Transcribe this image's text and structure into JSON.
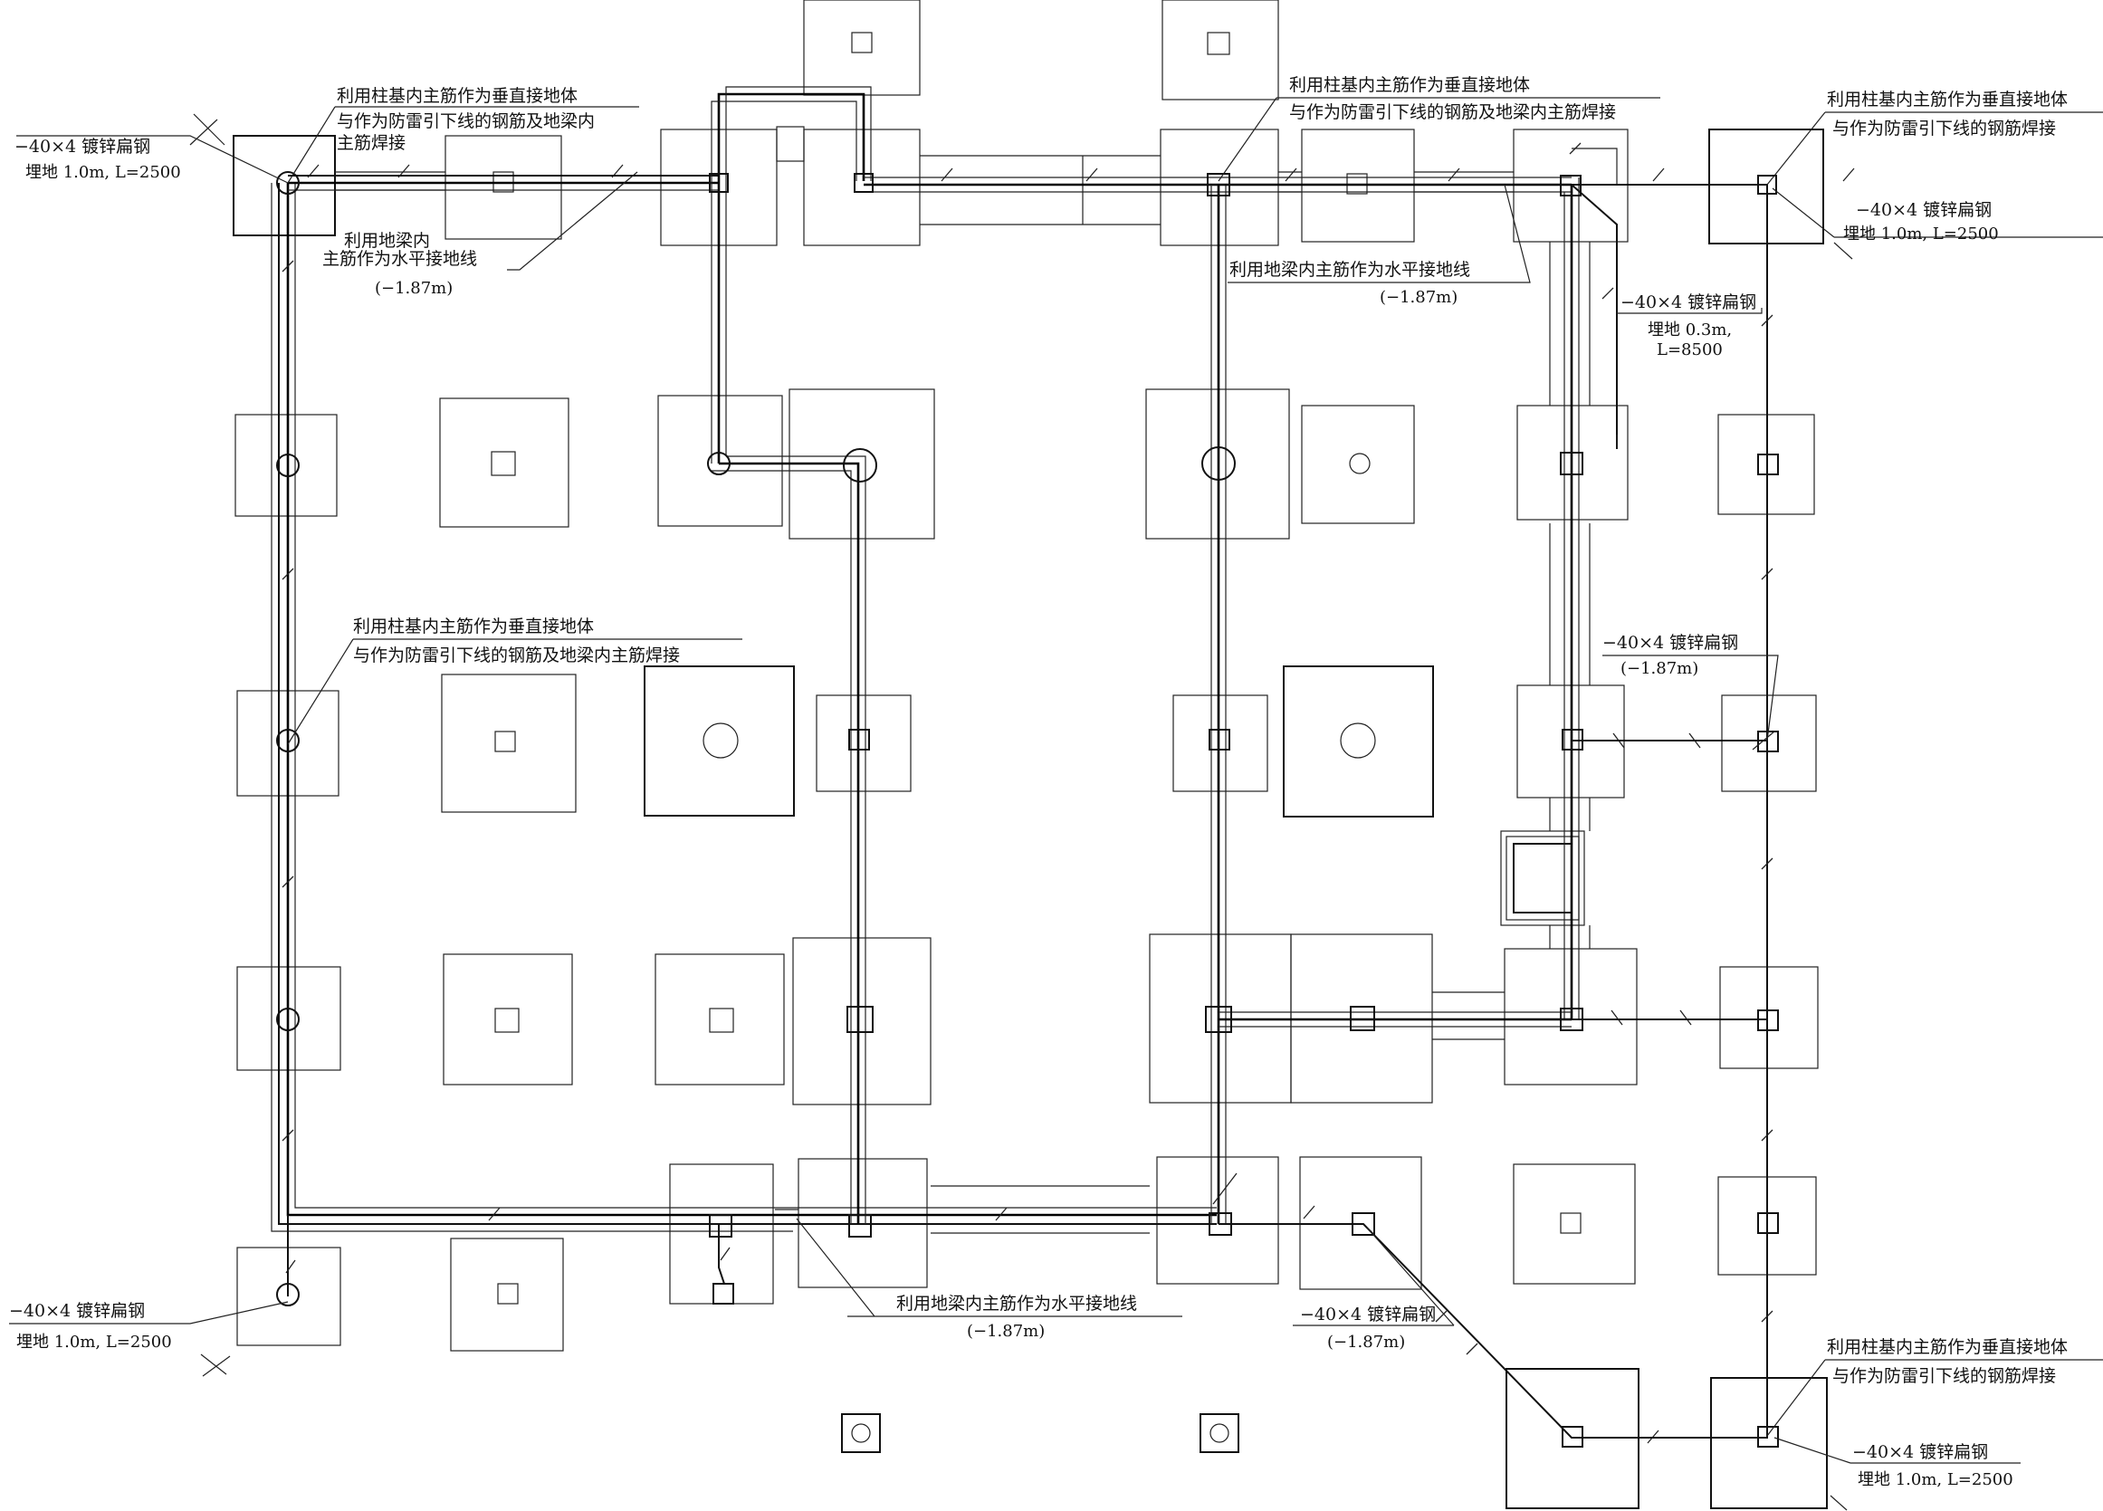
{
  "labels": {
    "lbl_tl_flat": "−40×4 镀锌扁钢",
    "lbl_tl_bury": "埋地 1.0m, L=2500",
    "lbl_top_v1a": "利用柱基内主筋作为垂直接地体",
    "lbl_top_v1b": "与作为防雷引下线的钢筋及地梁内",
    "lbl_top_v1c": "主筋焊接",
    "lbl_h1a": "利用地梁内",
    "lbl_h1b": "主筋作为水平接地线",
    "lbl_h1c": "(−1.87m)",
    "lbl_top_v2a": "利用柱基内主筋作为垂直接地体",
    "lbl_top_v2b": "与作为防雷引下线的钢筋及地梁内主筋焊接",
    "lbl_h2a": "利用地梁内主筋作为水平接地线",
    "lbl_h2b": "(−1.87m)",
    "lbl_tr_va": "利用柱基内主筋作为垂直接地体",
    "lbl_tr_vb": "与作为防雷引下线的钢筋焊接",
    "lbl_tr_flat": "−40×4 镀锌扁钢",
    "lbl_tr_bury": "埋地 1.0m, L=2500",
    "lbl_mr_flat": "−40×4 镀锌扁钢",
    "lbl_mr_bury1": "埋地 0.3m,",
    "lbl_mr_bury2": "L=8500",
    "lbl_mid_va": "利用柱基内主筋作为垂直接地体",
    "lbl_mid_vb": "与作为防雷引下线的钢筋及地梁内主筋焊接",
    "lbl_r2_flat": "−40×4 镀锌扁钢",
    "lbl_r2_depth": "(−1.87m)",
    "lbl_bl_flat": "−40×4 镀锌扁钢",
    "lbl_bl_bury": "埋地 1.0m, L=2500",
    "lbl_bc_ha": "利用地梁内主筋作为水平接地线",
    "lbl_bc_hb": "(−1.87m)",
    "lbl_bc2_flat": "−40×4 镀锌扁钢",
    "lbl_bc2_depth": "(−1.87m)",
    "lbl_br_va": "利用柱基内主筋作为垂直接地体",
    "lbl_br_vb": "与作为防雷引下线的钢筋焊接",
    "lbl_br_flat": "−40×4 镀锌扁钢",
    "lbl_br_bury": "埋地 1.0m, L=2500"
  }
}
